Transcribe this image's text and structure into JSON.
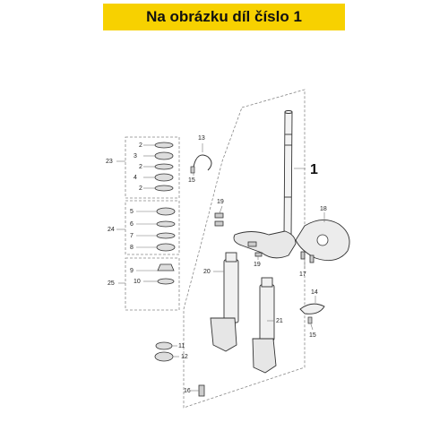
{
  "header": {
    "title": "Na obrázku díl číslo 1"
  },
  "colors": {
    "banner": "#f7d100",
    "line": "#333333",
    "leader": "#777777",
    "dash": "#888888"
  },
  "labels": {
    "l1": "1",
    "l2a": "2",
    "l2b": "2",
    "l2c": "2",
    "l3": "3",
    "l4": "4",
    "l5": "5",
    "l6": "6",
    "l7": "7",
    "l8": "8",
    "l9": "9",
    "l10": "10",
    "l11": "11",
    "l12": "12",
    "l13": "13",
    "l14": "14",
    "l15a": "15",
    "l15b": "15",
    "l16": "16",
    "l17": "17",
    "l18": "18",
    "l19a": "19",
    "l19b": "19",
    "l20": "20",
    "l21": "21",
    "l23": "23",
    "l24": "24",
    "l25": "25"
  }
}
